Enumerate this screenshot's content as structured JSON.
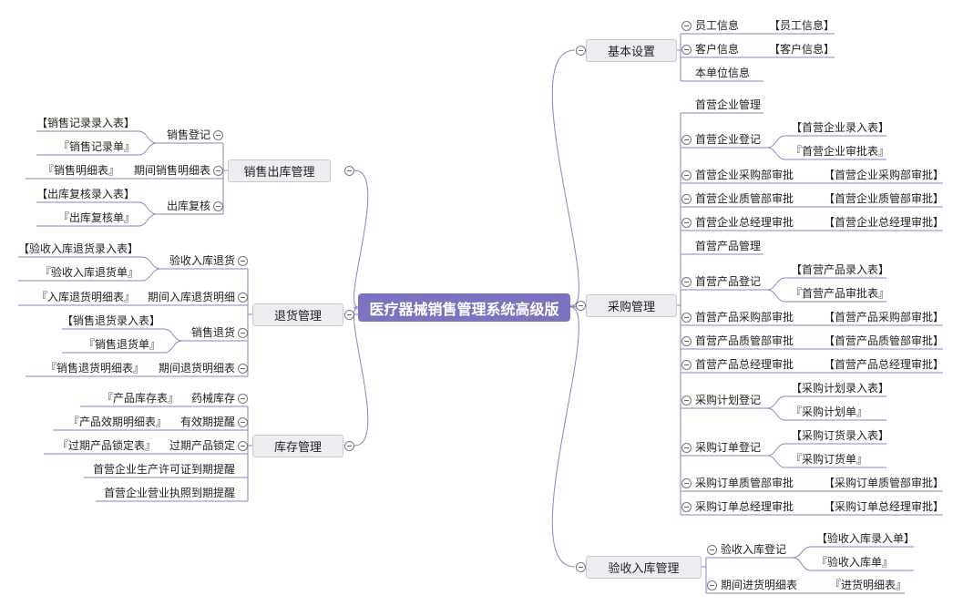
{
  "root": "医疗器械销售管理系统高级版",
  "right": [
    {
      "label": "基本设置",
      "children": [
        {
          "label": "员工信息",
          "children": [
            {
              "label": "【员工信息】"
            }
          ]
        },
        {
          "label": "客户信息",
          "children": [
            {
              "label": "【客户信息】"
            }
          ]
        },
        {
          "label": "本单位信息"
        }
      ]
    },
    {
      "label": "采购管理",
      "children": [
        {
          "label": "首营企业管理"
        },
        {
          "label": "首营企业登记",
          "children": [
            {
              "label": "【首营企业录入表】"
            },
            {
              "label": "『首营企业审批表』"
            }
          ]
        },
        {
          "label": "首营企业采购部审批",
          "children": [
            {
              "label": "【首营企业采购部审批】"
            }
          ]
        },
        {
          "label": "首营企业质管部审批",
          "children": [
            {
              "label": "【首营企业质管部审批】"
            }
          ]
        },
        {
          "label": "首营企业总经理审批",
          "children": [
            {
              "label": "【首营企业总经理审批】"
            }
          ]
        },
        {
          "label": "首营产品管理"
        },
        {
          "label": "首营产品登记",
          "children": [
            {
              "label": "【首营产品录入表】"
            },
            {
              "label": "『首营产品审批表』"
            }
          ]
        },
        {
          "label": "首营产品采购部审批",
          "children": [
            {
              "label": "【首营产品采购部审批】"
            }
          ]
        },
        {
          "label": "首营产品质管部审批",
          "children": [
            {
              "label": "【首营产品质管部审批】"
            }
          ]
        },
        {
          "label": "首营产品总经理审批",
          "children": [
            {
              "label": "【首营产品总经理审批】"
            }
          ]
        },
        {
          "label": "采购计划登记",
          "children": [
            {
              "label": "【采购计划录入表】"
            },
            {
              "label": "『采购计划单』"
            }
          ]
        },
        {
          "label": "采购订单登记",
          "children": [
            {
              "label": "【采购订货录入表】"
            },
            {
              "label": "『采购订货单』"
            }
          ]
        },
        {
          "label": "采购订单质管部审批",
          "children": [
            {
              "label": "【采购订单质管部审批】"
            }
          ]
        },
        {
          "label": "采购订单总经理审批",
          "children": [
            {
              "label": "【采购订单总经理审批】"
            }
          ]
        }
      ]
    },
    {
      "label": "验收入库管理",
      "children": [
        {
          "label": "验收入库登记",
          "children": [
            {
              "label": "【验收入库录入单】"
            },
            {
              "label": "『验收入库单』"
            }
          ]
        },
        {
          "label": "期间进货明细表",
          "children": [
            {
              "label": "『进货明细表』"
            }
          ]
        }
      ]
    }
  ],
  "left": [
    {
      "label": "销售出库管理",
      "children": [
        {
          "label": "销售登记",
          "children": [
            {
              "label": "【销售记录录入表】"
            },
            {
              "label": "『销售记录单』"
            }
          ]
        },
        {
          "label": "期间销售明细表",
          "children": [
            {
              "label": "『销售明细表』"
            }
          ]
        },
        {
          "label": "出库复核",
          "children": [
            {
              "label": "【出库复核录入表】"
            },
            {
              "label": "『出库复核单』"
            }
          ]
        }
      ]
    },
    {
      "label": "退货管理",
      "children": [
        {
          "label": "验收入库退货",
          "children": [
            {
              "label": "【验收入库退货录入表】"
            },
            {
              "label": "『验收入库退货单』"
            }
          ]
        },
        {
          "label": "期间入库退货明细",
          "children": [
            {
              "label": "『入库退货明细表』"
            }
          ]
        },
        {
          "label": "销售退货",
          "children": [
            {
              "label": "【销售退货录入表】"
            },
            {
              "label": "『销售退货单』"
            }
          ]
        },
        {
          "label": "期间退货明细表",
          "children": [
            {
              "label": "『销售退货明细表』"
            }
          ]
        }
      ]
    },
    {
      "label": "库存管理",
      "children": [
        {
          "label": "药械库存",
          "children": [
            {
              "label": "『产品库存表』"
            }
          ]
        },
        {
          "label": "有效期提醒",
          "children": [
            {
              "label": "『产品效期明细表』"
            }
          ]
        },
        {
          "label": "过期产品锁定",
          "children": [
            {
              "label": "『过期产品锁定表』"
            }
          ]
        },
        {
          "label": "首营企业生产许可证到期提醒"
        },
        {
          "label": "首营企业营业执照到期提醒"
        }
      ]
    }
  ],
  "colors": {
    "root_fill": "#7b72c0",
    "line": "#8a84c4",
    "branch_fill": "#ececf1"
  }
}
